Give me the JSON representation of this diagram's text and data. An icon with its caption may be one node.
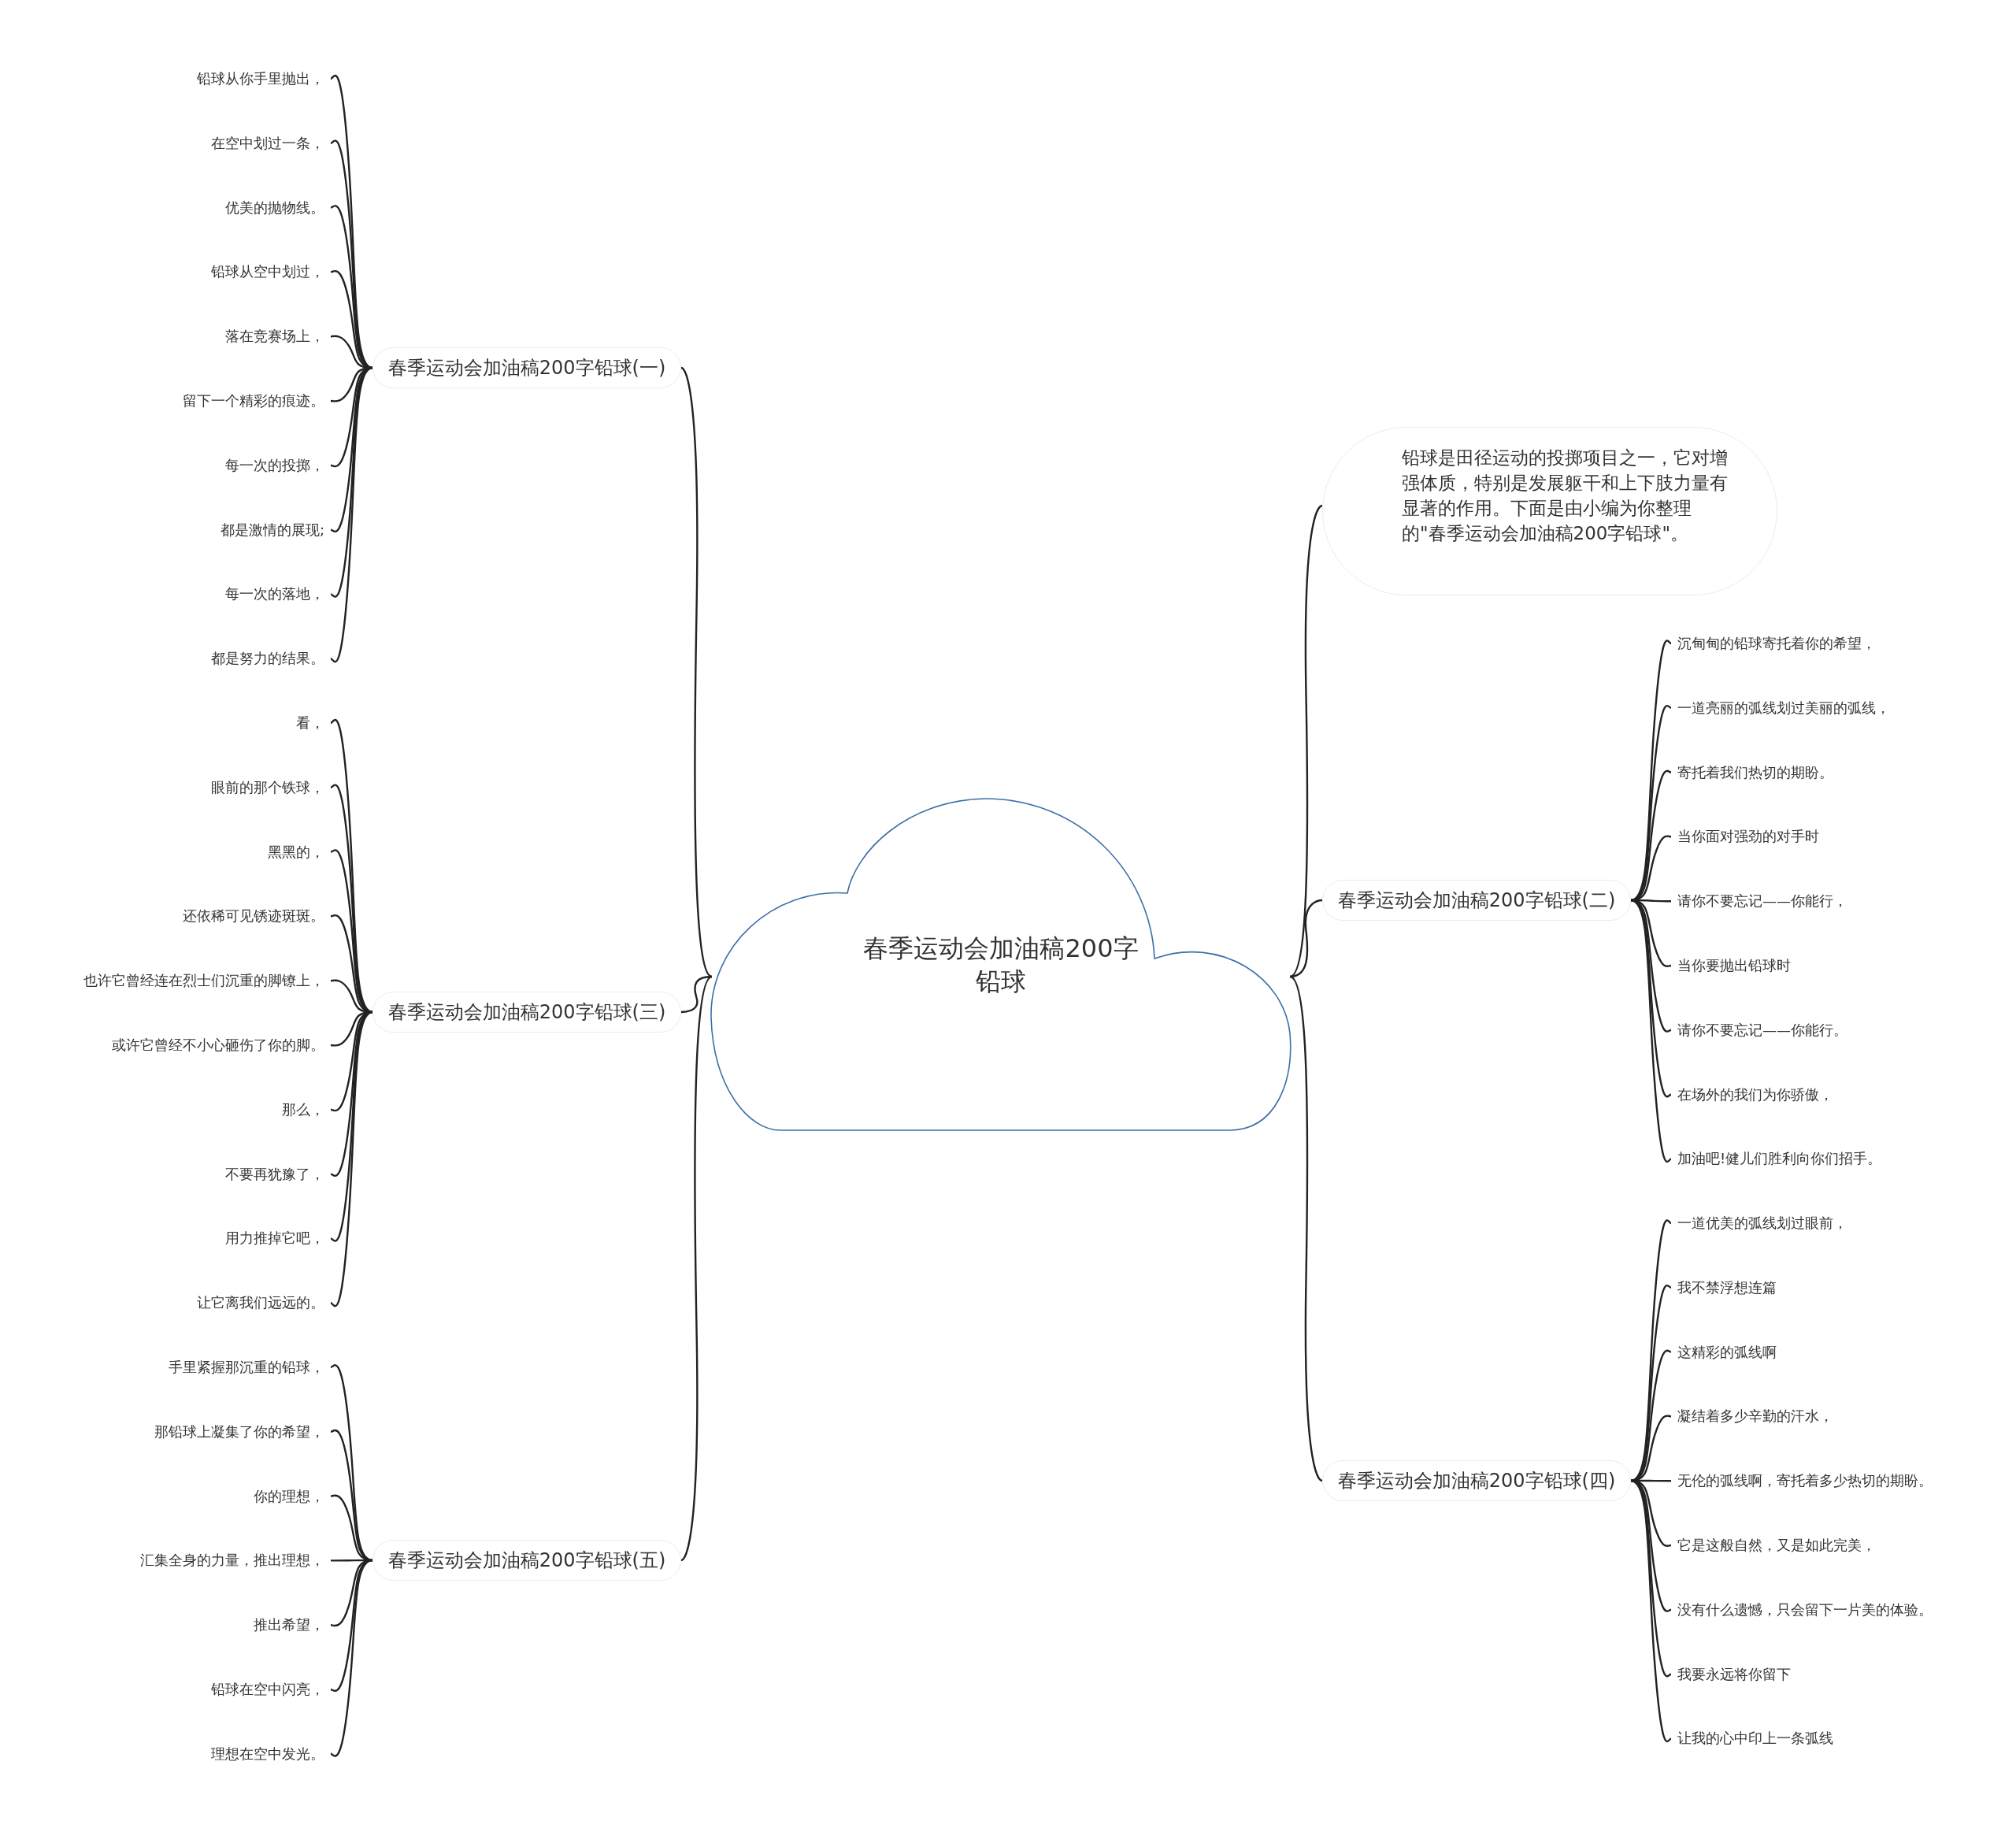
{
  "diagram": {
    "nodes": [
      {
        "text": [
          "春季运动会加油稿200字铅球"
        ]
      },
      {
        "text": [
          "春季运动会加油稿200字铅球(一)"
        ]
      },
      {
        "text": [
          "铅球从你手里抛出，"
        ]
      },
      {
        "text": [
          "在空中划过一条，"
        ]
      },
      {
        "text": [
          "优美的抛物线。"
        ]
      },
      {
        "text": [
          "铅球从空中划过，"
        ]
      },
      {
        "text": [
          "落在竞赛场上，"
        ]
      },
      {
        "text": [
          "留下一个精彩的痕迹。"
        ]
      },
      {
        "text": [
          "每一次的投掷，"
        ]
      },
      {
        "text": [
          "都是激情的展现;"
        ]
      },
      {
        "text": [
          "每一次的落地，"
        ]
      },
      {
        "text": [
          "都是努力的结果。"
        ]
      },
      {
        "text": [
          "春季运动会加油稿200字铅球(三)"
        ]
      },
      {
        "text": [
          "看，"
        ]
      },
      {
        "text": [
          "眼前的那个铁球，"
        ]
      },
      {
        "text": [
          "黑黑的，"
        ]
      },
      {
        "text": [
          "还依稀可见锈迹斑斑。"
        ]
      },
      {
        "text": [
          "也许它曾经连在烈士们沉重的脚镣上，"
        ]
      },
      {
        "text": [
          "或许它曾经不小心砸伤了你的脚。"
        ]
      },
      {
        "text": [
          "那么，"
        ]
      },
      {
        "text": [
          "不要再犹豫了，"
        ]
      },
      {
        "text": [
          "用力推掉它吧，"
        ]
      },
      {
        "text": [
          "让它离我们远远的。"
        ]
      },
      {
        "text": [
          "春季运动会加油稿200字铅球(五)"
        ]
      },
      {
        "text": [
          "手里紧握那沉重的铅球，"
        ]
      },
      {
        "text": [
          "那铅球上凝集了你的希望，"
        ]
      },
      {
        "text": [
          "你的理想，"
        ]
      },
      {
        "text": [
          "汇集全身的力量，推出理想，"
        ]
      },
      {
        "text": [
          "推出希望，"
        ]
      },
      {
        "text": [
          "铅球在空中闪亮，"
        ]
      },
      {
        "text": [
          "理想在空中发光。"
        ]
      },
      {
        "text": [
          "铅球是田径运动的投掷项目之一，它对增强体质，特别是发展躯干和上下肢力量有显著的作用。下面是由小编为你整理的\"春季运动会加油稿200字铅球\"。"
        ]
      },
      {
        "text": [
          "春季运动会加油稿200字铅球(二)"
        ]
      },
      {
        "text": [
          "沉甸甸的铅球寄托着你的希望，"
        ]
      },
      {
        "text": [
          "一道亮丽的弧线划过美丽的弧线，"
        ]
      },
      {
        "text": [
          "寄托着我们热切的期盼。"
        ]
      },
      {
        "text": [
          "当你面对强劲的对手时"
        ]
      },
      {
        "text": [
          "请你不要忘记——你能行，"
        ]
      },
      {
        "text": [
          "当你要抛出铅球时"
        ]
      },
      {
        "text": [
          "请你不要忘记——你能行。"
        ]
      },
      {
        "text": [
          "在场外的我们为你骄傲，"
        ]
      },
      {
        "text": [
          "加油吧!健儿们胜利向你们招手。"
        ]
      },
      {
        "text": [
          "春季运动会加油稿200字铅球(四)"
        ]
      },
      {
        "text": [
          "一道优美的弧线划过眼前，"
        ]
      },
      {
        "text": [
          "我不禁浮想连篇"
        ]
      },
      {
        "text": [
          "这精彩的弧线啊"
        ]
      },
      {
        "text": [
          "凝结着多少辛勤的汗水，"
        ]
      },
      {
        "text": [
          "无伦的弧线啊，寄托着多少热切的期盼。"
        ]
      },
      {
        "text": [
          "它是这般自然，又是如此完美，"
        ]
      },
      {
        "text": [
          "没有什么遗憾，只会留下一片美的体验。"
        ]
      },
      {
        "text": [
          "我要永远将你留下"
        ]
      },
      {
        "text": [
          "让我的心中印上一条弧线"
        ]
      }
    ],
    "edges": [
      {
        "from": 0,
        "to": 1,
        "arrow": "none"
      },
      {
        "from": 1,
        "to": 2,
        "arrow": "none"
      },
      {
        "from": 1,
        "to": 3,
        "arrow": "none"
      },
      {
        "from": 1,
        "to": 4,
        "arrow": "none"
      },
      {
        "from": 1,
        "to": 5,
        "arrow": "none"
      },
      {
        "from": 1,
        "to": 6,
        "arrow": "none"
      },
      {
        "from": 1,
        "to": 7,
        "arrow": "none"
      },
      {
        "from": 1,
        "to": 8,
        "arrow": "none"
      },
      {
        "from": 1,
        "to": 9,
        "arrow": "none"
      },
      {
        "from": 1,
        "to": 10,
        "arrow": "none"
      },
      {
        "from": 1,
        "to": 11,
        "arrow": "none"
      },
      {
        "from": 0,
        "to": 12,
        "arrow": "none"
      },
      {
        "from": 12,
        "to": 13,
        "arrow": "none"
      },
      {
        "from": 12,
        "to": 14,
        "arrow": "none"
      },
      {
        "from": 12,
        "to": 15,
        "arrow": "none"
      },
      {
        "from": 12,
        "to": 16,
        "arrow": "none"
      },
      {
        "from": 12,
        "to": 17,
        "arrow": "none"
      },
      {
        "from": 12,
        "to": 18,
        "arrow": "none"
      },
      {
        "from": 12,
        "to": 19,
        "arrow": "none"
      },
      {
        "from": 12,
        "to": 20,
        "arrow": "none"
      },
      {
        "from": 12,
        "to": 21,
        "arrow": "none"
      },
      {
        "from": 12,
        "to": 22,
        "arrow": "none"
      },
      {
        "from": 0,
        "to": 23,
        "arrow": "none"
      },
      {
        "from": 23,
        "to": 24,
        "arrow": "none"
      },
      {
        "from": 23,
        "to": 25,
        "arrow": "none"
      },
      {
        "from": 23,
        "to": 26,
        "arrow": "none"
      },
      {
        "from": 23,
        "to": 27,
        "arrow": "none"
      },
      {
        "from": 23,
        "to": 28,
        "arrow": "none"
      },
      {
        "from": 23,
        "to": 29,
        "arrow": "none"
      },
      {
        "from": 23,
        "to": 30,
        "arrow": "none"
      },
      {
        "from": 0,
        "to": 31,
        "arrow": "none"
      },
      {
        "from": 0,
        "to": 32,
        "arrow": "none"
      },
      {
        "from": 32,
        "to": 33,
        "arrow": "none"
      },
      {
        "from": 32,
        "to": 34,
        "arrow": "none"
      },
      {
        "from": 32,
        "to": 35,
        "arrow": "none"
      },
      {
        "from": 32,
        "to": 36,
        "arrow": "none"
      },
      {
        "from": 32,
        "to": 37,
        "arrow": "none"
      },
      {
        "from": 32,
        "to": 38,
        "arrow": "none"
      },
      {
        "from": 32,
        "to": 39,
        "arrow": "none"
      },
      {
        "from": 32,
        "to": 40,
        "arrow": "none"
      },
      {
        "from": 32,
        "to": 41,
        "arrow": "none"
      },
      {
        "from": 0,
        "to": 42,
        "arrow": "none"
      },
      {
        "from": 42,
        "to": 43,
        "arrow": "none"
      },
      {
        "from": 42,
        "to": 44,
        "arrow": "none"
      },
      {
        "from": 42,
        "to": 45,
        "arrow": "none"
      },
      {
        "from": 42,
        "to": 46,
        "arrow": "none"
      },
      {
        "from": 42,
        "to": 47,
        "arrow": "none"
      },
      {
        "from": 42,
        "to": 48,
        "arrow": "none"
      },
      {
        "from": 42,
        "to": 49,
        "arrow": "none"
      },
      {
        "from": 42,
        "to": 50,
        "arrow": "none"
      },
      {
        "from": 42,
        "to": 51,
        "arrow": "none"
      }
    ]
  }
}
